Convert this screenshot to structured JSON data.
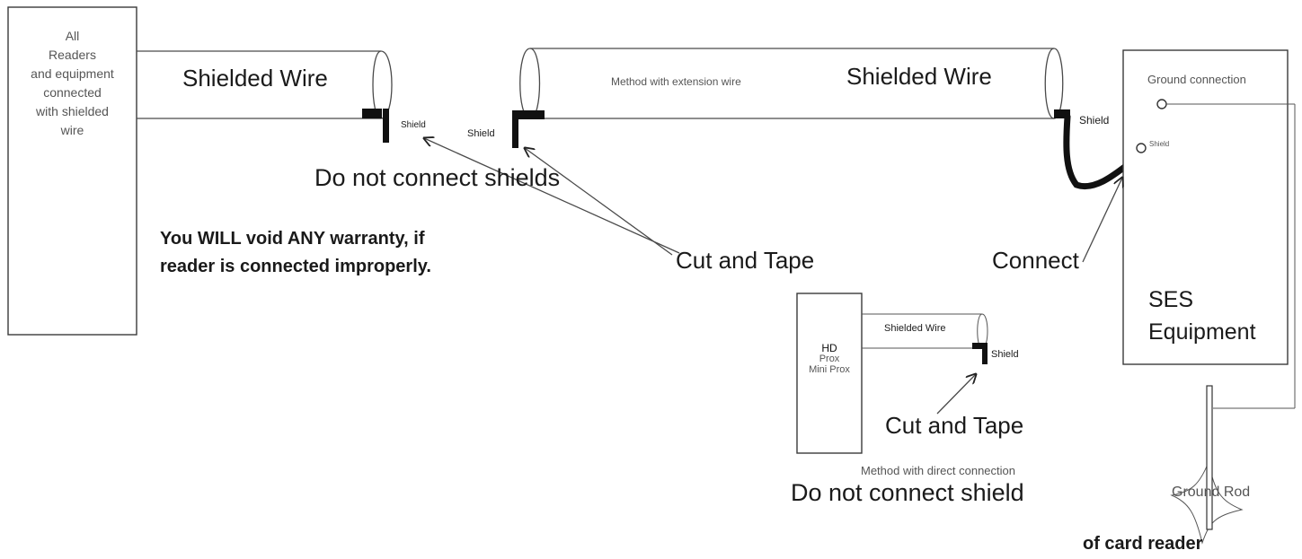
{
  "left_box": {
    "label_lines": [
      "All",
      "Readers",
      "and equipment",
      "connected",
      "with shielded",
      "wire"
    ]
  },
  "main_wire": {
    "label": "Shielded Wire",
    "shield_label": "Shield",
    "note": "Do not connect shields"
  },
  "extension_wire": {
    "method_label": "Method with extension wire",
    "label": "Shielded Wire",
    "shield_left_label": "Shield",
    "shield_right_label": "Shield"
  },
  "ses_box": {
    "ground_connection_label": "Ground connection",
    "shield_terminal_label": "Shield",
    "title_lines": [
      "SES",
      "Equipment"
    ]
  },
  "warning": {
    "line1": "You WILL void ANY warranty, if",
    "line2": "reader is connected improperly."
  },
  "callouts": {
    "cut_and_tape": "Cut and Tape",
    "connect": "Connect"
  },
  "direct": {
    "reader_lines": [
      "HD",
      "Prox",
      "Mini Prox"
    ],
    "wire_label": "Shielded Wire",
    "shield_label": "Shield",
    "cut_and_tape": "Cut and Tape",
    "method_label": "Method with direct connection",
    "note": "Do not connect shield"
  },
  "ground_rod_label": "Ground Rod",
  "footer_fragment": "of card reader"
}
